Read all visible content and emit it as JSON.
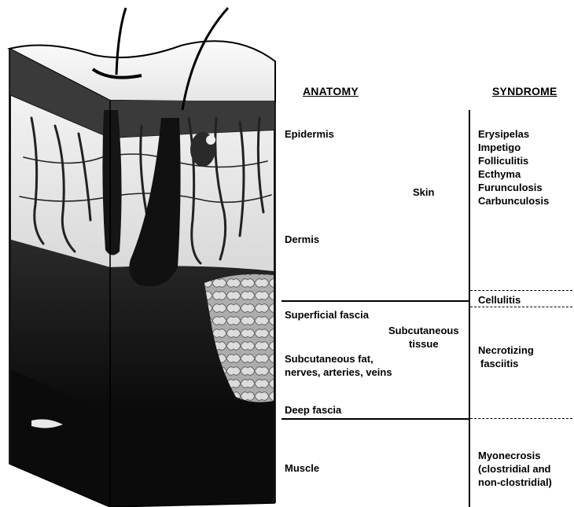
{
  "headers": {
    "anatomy": "ANATOMY",
    "syndrome": "SYNDROME"
  },
  "anatomy": {
    "epidermis": "Epidermis",
    "dermis": "Dermis",
    "skin": "Skin",
    "superficial_fascia": "Superficial fascia",
    "subcutaneous_tissue": [
      "Subcutaneous",
      "tissue"
    ],
    "subcutaneous_fat": [
      "Subcutaneous fat,",
      "nerves, arteries, veins"
    ],
    "deep_fascia": "Deep fascia",
    "muscle": "Muscle"
  },
  "syndrome": {
    "skin_group": [
      "Erysipelas",
      "Impetigo",
      "Folliculitis",
      "Ecthyma",
      "Furunculosis",
      "Carbunculosis"
    ],
    "cellulitis": "Cellulitis",
    "necrotizing": [
      "Necrotizing",
      "fasciitis"
    ],
    "myonecrosis": [
      "Myonecrosis",
      "(clostridial and",
      "non-clostridial)"
    ]
  }
}
